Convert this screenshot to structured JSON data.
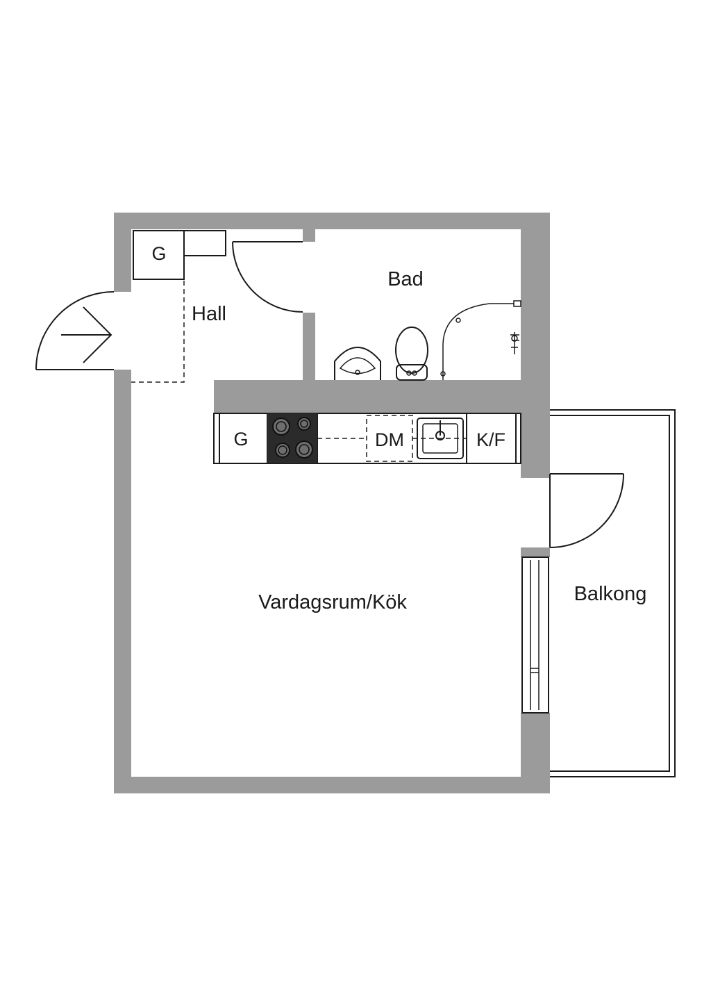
{
  "rooms": {
    "hall": "Hall",
    "bath": "Bad",
    "living_kitchen": "Vardagsrum/Kök",
    "balcony": "Balkong"
  },
  "appliances": {
    "wardrobe_hall": "G",
    "wardrobe_kitchen": "G",
    "dishwasher": "DM",
    "fridge_freezer": "K/F"
  },
  "colors": {
    "wall": "#9b9b9b",
    "line": "#1a1a1a",
    "background": "#ffffff"
  }
}
